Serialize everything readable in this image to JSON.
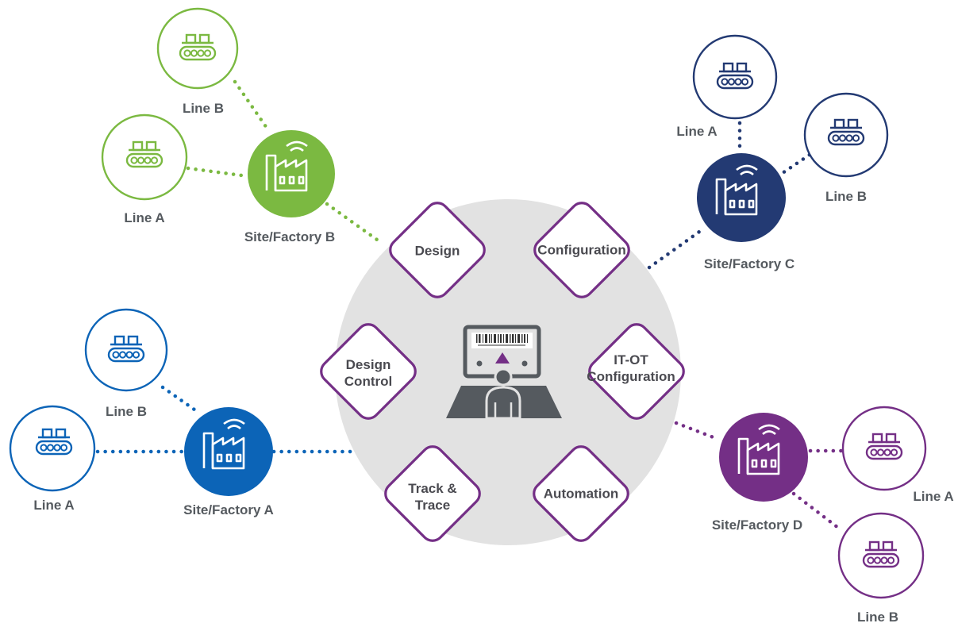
{
  "colors": {
    "site_a": "#0c64b7",
    "site_b": "#7bb941",
    "site_c": "#233a73",
    "site_d": "#742f86",
    "hub_circle": "#e2e2e2",
    "diamond_border": "#742f86",
    "label_text": "#555a5f"
  },
  "hub": {
    "icon": "operator-workstation-icon",
    "functions": [
      {
        "id": "design",
        "text": "Design"
      },
      {
        "id": "configuration",
        "text": "Configuration"
      },
      {
        "id": "design-control",
        "text": "Design\nControl"
      },
      {
        "id": "it-ot-configuration",
        "text": "IT-OT\nConfiguration"
      },
      {
        "id": "track-trace",
        "text": "Track &\nTrace"
      },
      {
        "id": "automation",
        "text": "Automation"
      }
    ]
  },
  "sites": {
    "a": {
      "label": "Site/Factory A",
      "icon": "factory-icon",
      "lines": [
        {
          "label": "Line A",
          "icon": "conveyor-icon"
        },
        {
          "label": "Line B",
          "icon": "conveyor-icon"
        }
      ]
    },
    "b": {
      "label": "Site/Factory B",
      "icon": "factory-icon",
      "lines": [
        {
          "label": "Line A",
          "icon": "conveyor-icon"
        },
        {
          "label": "Line B",
          "icon": "conveyor-icon"
        }
      ]
    },
    "c": {
      "label": "Site/Factory C",
      "icon": "factory-icon",
      "lines": [
        {
          "label": "Line A",
          "icon": "conveyor-icon"
        },
        {
          "label": "Line B",
          "icon": "conveyor-icon"
        }
      ]
    },
    "d": {
      "label": "Site/Factory D",
      "icon": "factory-icon",
      "lines": [
        {
          "label": "Line A",
          "icon": "conveyor-icon"
        },
        {
          "label": "Line B",
          "icon": "conveyor-icon"
        }
      ]
    }
  }
}
